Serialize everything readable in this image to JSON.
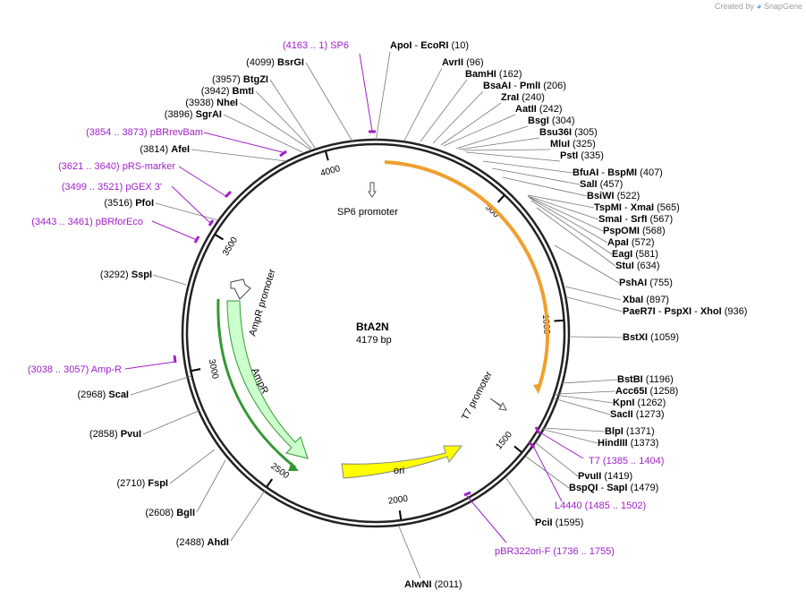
{
  "brand": {
    "created_by": "Created by",
    "app": "SnapGene"
  },
  "map": {
    "name": "BtA2N",
    "length_label": "4179 bp",
    "length": 4179,
    "ticks": [
      "500",
      "1000",
      "1500",
      "2000",
      "2500",
      "3000",
      "3500",
      "4000"
    ],
    "sites_right": [
      {
        "name": "ApoI",
        "sep": "-",
        "name2": "EcoRI",
        "pos": "(10)",
        "bp": 10
      },
      {
        "name": "AvrII",
        "pos": "(96)",
        "bp": 96
      },
      {
        "name": "BamHI",
        "pos": "(162)",
        "bp": 162
      },
      {
        "name": "BsaAI",
        "sep": "-",
        "name2": "PmlI",
        "pos": "(206)",
        "bp": 206
      },
      {
        "name": "ZraI",
        "pos": "(240)",
        "bp": 240
      },
      {
        "name": "AatII",
        "pos": "(242)",
        "bp": 242
      },
      {
        "name": "BsgI",
        "pos": "(304)",
        "bp": 304
      },
      {
        "name": "Bsu36I",
        "pos": "(305)",
        "bp": 305
      },
      {
        "name": "MluI",
        "pos": "(325)",
        "bp": 325
      },
      {
        "name": "PstI",
        "pos": "(335)",
        "bp": 335
      },
      {
        "name": "BfuAI",
        "sep": "-",
        "name2": "BspMI",
        "pos": "(407)",
        "bp": 407
      },
      {
        "name": "SalI",
        "pos": "(457)",
        "bp": 457
      },
      {
        "name": "BsiWI",
        "pos": "(522)",
        "bp": 522
      },
      {
        "name": "TspMI",
        "sep": "-",
        "name2": "XmaI",
        "pos": "(565)",
        "bp": 565
      },
      {
        "name": "SmaI",
        "sep": "-",
        "name2": "SrfI",
        "pos": "(567)",
        "bp": 567
      },
      {
        "name": "PspOMI",
        "pos": "(568)",
        "bp": 568
      },
      {
        "name": "ApaI",
        "pos": "(572)",
        "bp": 572
      },
      {
        "name": "EagI",
        "pos": "(581)",
        "bp": 581
      },
      {
        "name": "StuI",
        "pos": "(634)",
        "bp": 634
      },
      {
        "name": "PshAI",
        "pos": "(755)",
        "bp": 755
      },
      {
        "name": "XbaI",
        "pos": "(897)",
        "bp": 897
      },
      {
        "name": "PaeR7I",
        "sep": "-",
        "name2": "PspXI",
        "sep2": "-",
        "name3": "XhoI",
        "pos": "(936)",
        "bp": 936
      },
      {
        "name": "BstXI",
        "pos": "(1059)",
        "bp": 1059
      },
      {
        "name": "BstBI",
        "pos": "(1196)",
        "bp": 1196
      },
      {
        "name": "Acc65I",
        "pos": "(1258)",
        "bp": 1258
      },
      {
        "name": "KpnI",
        "pos": "(1262)",
        "bp": 1262
      },
      {
        "name": "SacII",
        "pos": "(1273)",
        "bp": 1273
      },
      {
        "name": "BlpI",
        "pos": "(1371)",
        "bp": 1371
      },
      {
        "name": "HindIII",
        "pos": "(1373)",
        "bp": 1373
      },
      {
        "name": "PvuII",
        "pos": "(1419)",
        "bp": 1419
      },
      {
        "name": "BspQI",
        "sep": "-",
        "name2": "SapI",
        "pos": "(1479)",
        "bp": 1479
      },
      {
        "name": "PciI",
        "pos": "(1595)",
        "bp": 1595
      },
      {
        "name": "AlwNI",
        "pos": "(2011)",
        "bp": 2011
      }
    ],
    "sites_left": [
      {
        "name": "BsrGI",
        "pos": "(4099)",
        "bp": 4099
      },
      {
        "name": "BtgZI",
        "pos": "(3957)",
        "bp": 3957
      },
      {
        "name": "BmtI",
        "pos": "(3942)",
        "bp": 3942
      },
      {
        "name": "NheI",
        "pos": "(3938)",
        "bp": 3938
      },
      {
        "name": "SgrAI",
        "pos": "(3896)",
        "bp": 3896
      },
      {
        "name": "AfeI",
        "pos": "(3814)",
        "bp": 3814
      },
      {
        "name": "PfoI",
        "pos": "(3516)",
        "bp": 3516
      },
      {
        "name": "SspI",
        "pos": "(3292)",
        "bp": 3292
      },
      {
        "name": "ScaI",
        "pos": "(2968)",
        "bp": 2968
      },
      {
        "name": "PvuI",
        "pos": "(2858)",
        "bp": 2858
      },
      {
        "name": "FspI",
        "pos": "(2710)",
        "bp": 2710
      },
      {
        "name": "BglI",
        "pos": "(2608)",
        "bp": 2608
      },
      {
        "name": "AhdI",
        "pos": "(2488)",
        "bp": 2488
      }
    ],
    "primers": [
      {
        "range": "(4163 .. 1)",
        "name": "SP6"
      },
      {
        "range": "(3854 .. 3873)",
        "name": "pBRrevBam"
      },
      {
        "range": "(3621 .. 3640)",
        "name": "pRS-marker"
      },
      {
        "range": "(3499 .. 3521)",
        "name": "pGEX 3'"
      },
      {
        "range": "(3443 .. 3461)",
        "name": "pBRforEco"
      },
      {
        "range": "(3038 .. 3057)",
        "name": "Amp-R"
      },
      {
        "range": "(1385 .. 1404)",
        "name": "T7"
      },
      {
        "range": "(1485 .. 1502)",
        "name": "L4440"
      },
      {
        "range": "(1736 .. 1755)",
        "name": "pBR322ori-F"
      }
    ],
    "features": {
      "sp6_promoter": "SP6 promoter",
      "t7_promoter": "T7 promoter",
      "ampr_promoter": "AmpR promoter",
      "ampr": "AmpR",
      "ori": "ori"
    },
    "colors": {
      "backbone": "#222222",
      "orange_feature": "#f0a030",
      "ampr_fill": "#ccffcc",
      "ampr_stroke": "#339933",
      "ori_fill": "#ffff00",
      "primer": "#a020c8"
    }
  }
}
